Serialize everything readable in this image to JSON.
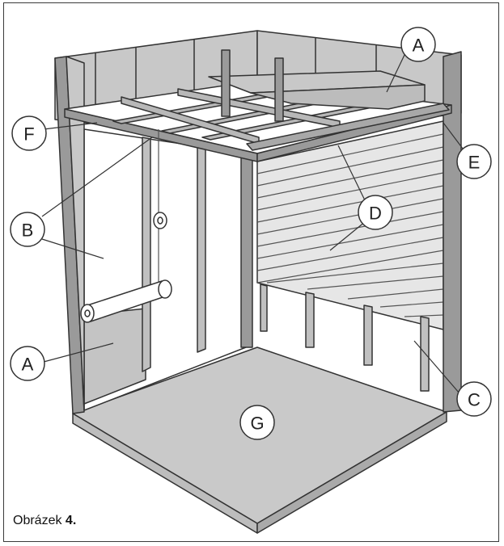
{
  "caption": {
    "word": "Obrázek",
    "number": "4."
  },
  "callouts": {
    "a_top": "A",
    "f": "F",
    "e": "E",
    "d": "D",
    "b": "B",
    "a_left": "A",
    "c": "C",
    "g": "G"
  },
  "colors": {
    "frame": "#3a3a3a",
    "panel": "#c8c8c8",
    "floor": "#c9c9c9",
    "wall_light": "#ffffff",
    "stud": "#9a9a9a"
  }
}
